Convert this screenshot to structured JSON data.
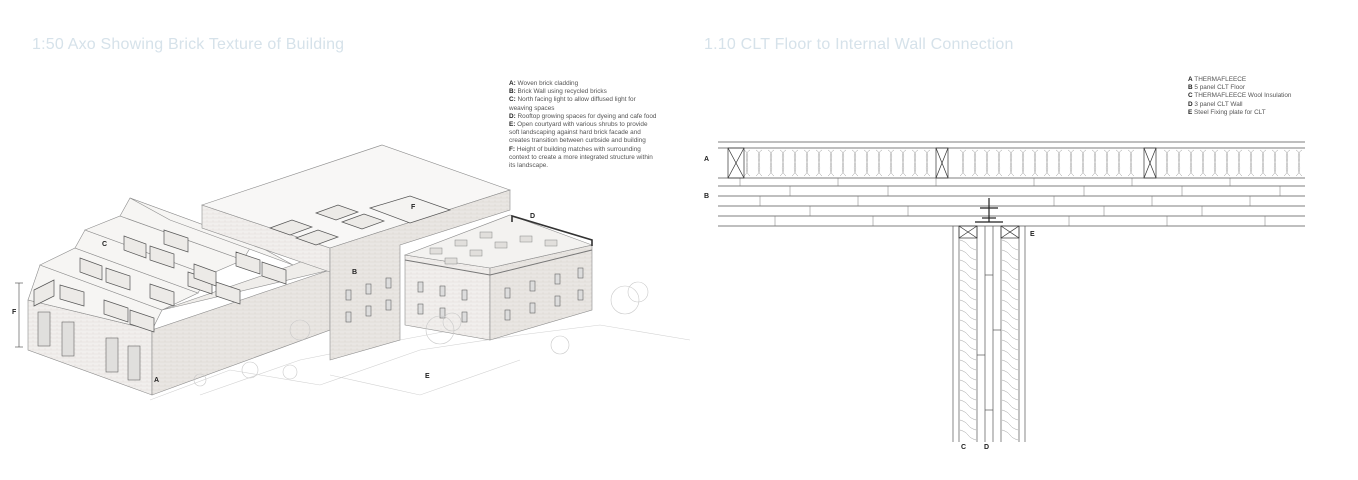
{
  "left_panel": {
    "title": "1:50 Axo Showing Brick Texture of Building",
    "legend": [
      {
        "key": "A:",
        "text": " Woven brick cladding"
      },
      {
        "key": "B:",
        "text": " Brick Wall using recycled bricks"
      },
      {
        "key": "C:",
        "text": " North facing light to allow diffused light for weaving spaces"
      },
      {
        "key": "D:",
        "text": " Rooftop growing spaces for dyeing and cafe food"
      },
      {
        "key": "E:",
        "text": " Open courtyard with various shrubs to provide soft landscaping against hard brick facade and creates transition between curbside and building"
      },
      {
        "key": "F:",
        "text": " Height of building matches with surrounding context to create a more integrated structure within its landscape."
      }
    ],
    "labels": {
      "a": "A",
      "b": "B",
      "c": "C",
      "d": "D",
      "e": "E",
      "f": "F"
    }
  },
  "right_panel": {
    "title": "1.10 CLT Floor to Internal Wall Connection",
    "legend": [
      {
        "key": "A",
        "text": " THERMAFLEECE"
      },
      {
        "key": "B",
        "text": " 5 panel CLT Floor"
      },
      {
        "key": "C",
        "text": " THERMAFLEECE Wool Insulation"
      },
      {
        "key": "D",
        "text": " 3 panel CLT Wall"
      },
      {
        "key": "E",
        "text": " Steel Fixing plate for CLT"
      }
    ],
    "labels": {
      "a": "A",
      "b": "B",
      "c": "C",
      "d": "D",
      "e": "E"
    }
  },
  "colors": {
    "title": "#d6e2ea",
    "line": "#555555",
    "light_line": "#bbbbbb"
  }
}
